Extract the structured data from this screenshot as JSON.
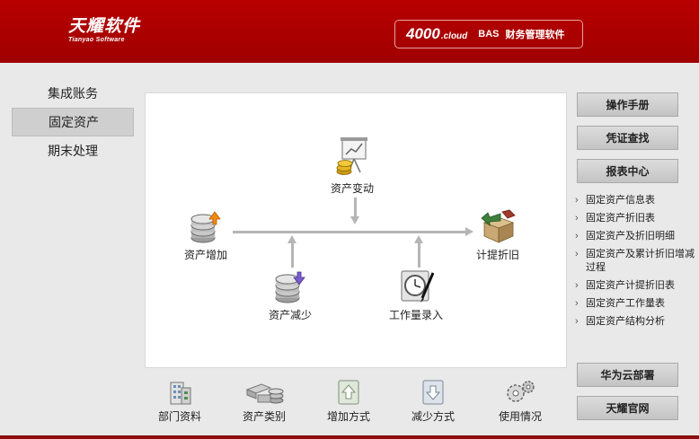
{
  "header": {
    "logo_cn": "天耀软件",
    "logo_en": "Tianyao Software",
    "brand_num": "4000",
    "brand_cloud": ".cloud",
    "brand_bas": "BAS",
    "brand_sub": "财务管理软件"
  },
  "nav": {
    "items": [
      {
        "label": "集成账务"
      },
      {
        "label": "固定资产",
        "active": true
      },
      {
        "label": "期末处理"
      }
    ]
  },
  "flow": {
    "asset_change": "资产变动",
    "asset_increase": "资产增加",
    "asset_decrease": "资产减少",
    "workload_entry": "工作量录入",
    "depreciation": "计提折旧"
  },
  "bottom": {
    "items": [
      {
        "label": "部门资料"
      },
      {
        "label": "资产类别"
      },
      {
        "label": "增加方式"
      },
      {
        "label": "减少方式"
      },
      {
        "label": "使用情况"
      }
    ]
  },
  "sidebar": {
    "manual": "操作手册",
    "voucher_search": "凭证查找",
    "report_center": "报表中心",
    "reports": [
      "固定资产信息表",
      "固定资产折旧表",
      "固定资产及折旧明细",
      "固定资产及累计折旧增减过程",
      "固定资产计提折旧表",
      "固定资产工作量表",
      "固定资产结构分析"
    ],
    "huawei": "华为云部署",
    "official": "天耀官网"
  },
  "colors": {
    "header_red": "#b00000",
    "accent": "#a00000"
  }
}
